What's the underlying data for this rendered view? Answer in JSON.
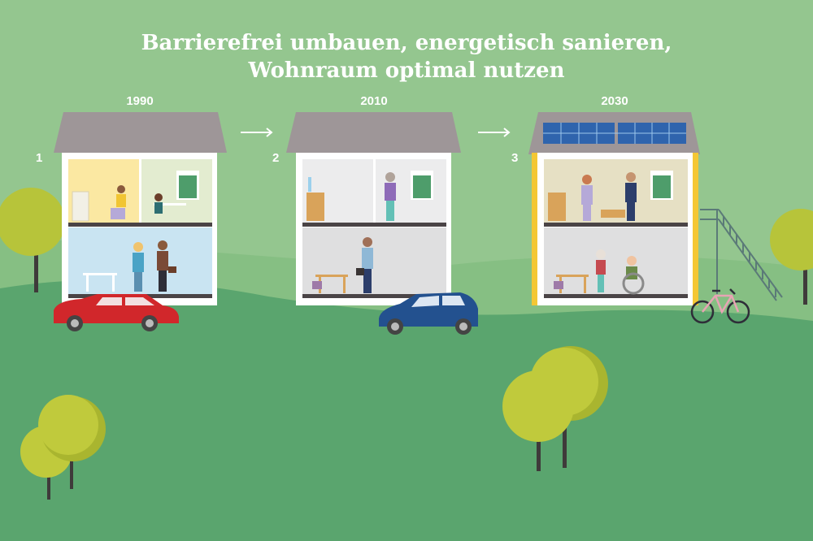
{
  "title": {
    "line1": "Barrierefrei umbauen, energetisch sanieren,",
    "line2": "Wohnraum optimal nutzen"
  },
  "houses": [
    {
      "step": "1",
      "year": "1990"
    },
    {
      "step": "2",
      "year": "2010"
    },
    {
      "step": "3",
      "year": "2030"
    }
  ],
  "colors": {
    "sky": "#94c68f",
    "hill_back": "#7fba80",
    "meadow": "#5aa56e",
    "roof": "#9e9698",
    "wall": "#ffffff",
    "room_yellow": "#fbe8a2",
    "room_green": "#e3ecd0",
    "room_blue": "#c9e4f2",
    "room_grey": "#dfdfe0",
    "room_beige": "#e6e0c4",
    "facade_yellow": "#f4c734",
    "tree_light": "#c0ca3c",
    "tree_dark": "#a9b52f",
    "car_red": "#d1272b",
    "car_blue": "#23518f",
    "solar": "#2f64ad"
  }
}
